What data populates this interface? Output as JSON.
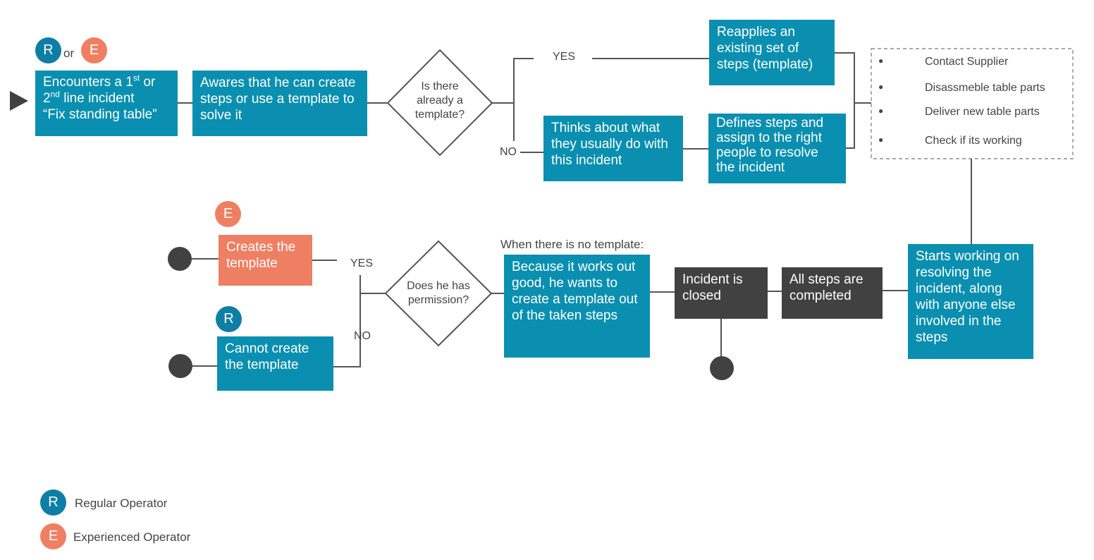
{
  "diagram": {
    "start": {
      "badge_r": "R",
      "or": "or",
      "badge_e": "E",
      "line1_pre": "Encounters a 1",
      "line1_sup": "st",
      "line1_post": " or",
      "line2_pre": "2",
      "line2_sup": "nd",
      "line2_post": " line incident",
      "line3": "“Fix standing table”"
    },
    "awares": "Awares that he can create steps or use a template to solve it",
    "decision_template": "Is there already a template?",
    "yes_label": "YES",
    "no_label": "NO",
    "reapplies": "Reapplies an existing set of steps (template)",
    "thinks": "Thinks about what they usually do with this incident",
    "defines": "Defines steps and assign to the right people to resolve the incident",
    "checklist": [
      "Contact Supplier",
      "Disassmeble table parts",
      "Deliver new table parts",
      "Check if its working"
    ],
    "starts": "Starts working on resolving the incident, along with anyone else involved in the steps",
    "all_steps": "All steps are completed",
    "incident_closed": "Incident is closed",
    "no_template_caption": "When there is no template:",
    "because": "Because it works out good, he wants to create a template out of the taken steps",
    "decision_permission": "Does he has permission?",
    "yes2_label": "YES",
    "no2_label": "NO",
    "creates": "Creates the template",
    "cannot": "Cannot create the template",
    "badge_e2": "E",
    "badge_r2": "R"
  },
  "legend": {
    "r_letter": "R",
    "r_text": "Regular Operator",
    "e_letter": "E",
    "e_text": "Experienced Operator"
  },
  "colors": {
    "teal_box": "#0a8fb0",
    "regular_badge": "#0f7ea6",
    "experienced": "#ef7f63",
    "dark_box": "#414141",
    "connector": "#555555"
  }
}
